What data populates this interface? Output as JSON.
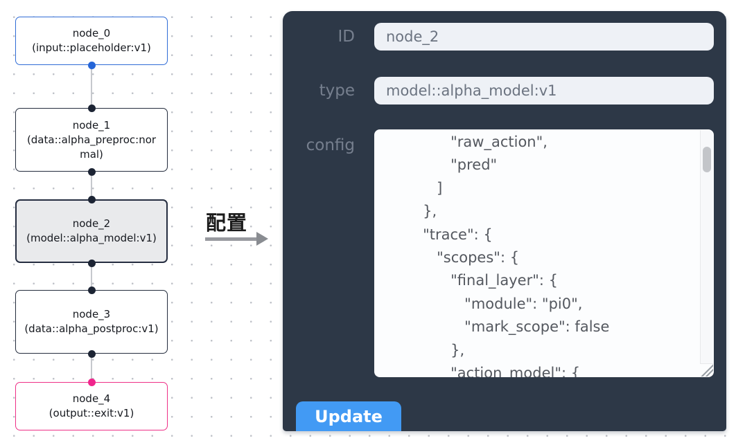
{
  "canvas": {
    "nodes": [
      {
        "title": "node_0",
        "subtitle": "(input::placeholder:v1)"
      },
      {
        "title": "node_1",
        "subtitle": "(data::alpha_preproc:normal)"
      },
      {
        "title": "node_2",
        "subtitle": "(model::alpha_model:v1)"
      },
      {
        "title": "node_3",
        "subtitle": "(data::alpha_postproc:v1)"
      },
      {
        "title": "node_4",
        "subtitle": "(output::exit:v1)"
      }
    ]
  },
  "transition": {
    "label": "配置"
  },
  "panel": {
    "id_label": "ID",
    "id_value": "node_2",
    "type_label": "type",
    "type_value": "model::alpha_model:v1",
    "config_label": "config",
    "config_text": "               \"raw_action\",\n               \"pred\"\n            ]\n         },\n         \"trace\": {\n            \"scopes\": {\n               \"final_layer\": {\n                  \"module\": \"pi0\",\n                  \"mark_scope\": false\n               },\n               \"action_model\": {",
    "update_label": "Update"
  },
  "colors": {
    "panel_bg": "#2d3847",
    "accent_blue": "#429af4",
    "input_node_border": "#2e6bd6",
    "output_node_border": "#ee2f86",
    "selected_node_bg": "#e9eaec",
    "port_dark": "#1c2434",
    "port_blue": "#2565d8",
    "port_pink": "#f0258c"
  }
}
